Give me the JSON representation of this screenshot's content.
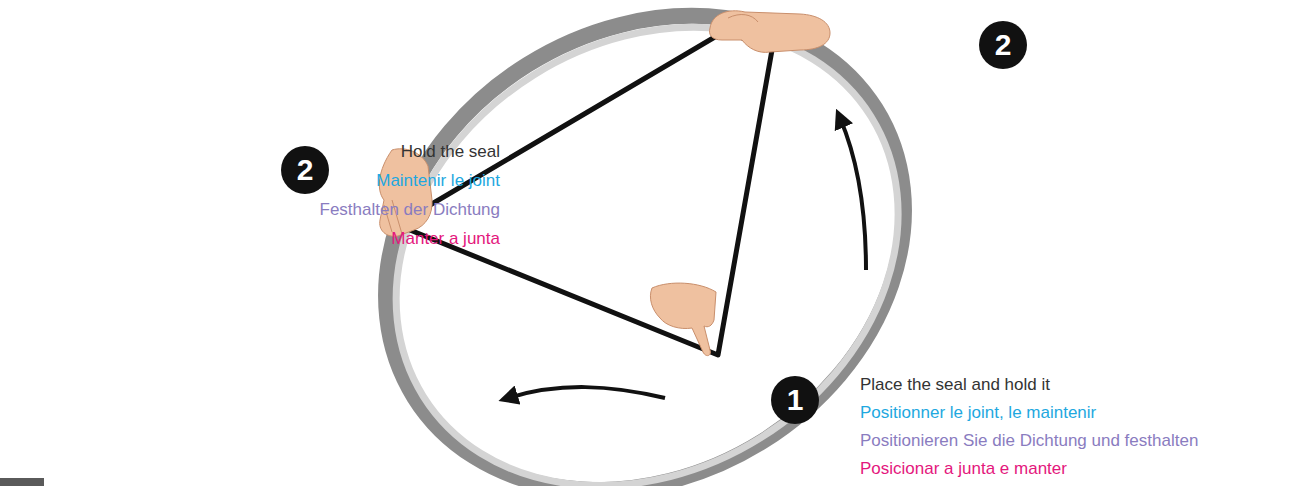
{
  "diagram": {
    "nodes": [
      {
        "text": [
          "2"
        ]
      },
      {
        "text": [
          "2"
        ]
      },
      {
        "text": [
          "1"
        ]
      }
    ],
    "labels": [
      "Hold the seal",
      "Maintenir le joint",
      "Festhalten der Dichtung",
      "Manter a junta",
      "Place the seal and hold it",
      "Positionner le joint, le maintenir",
      "Positionieren Sie die Dichtung und festhalten",
      "Posicionar a junta e manter"
    ]
  }
}
